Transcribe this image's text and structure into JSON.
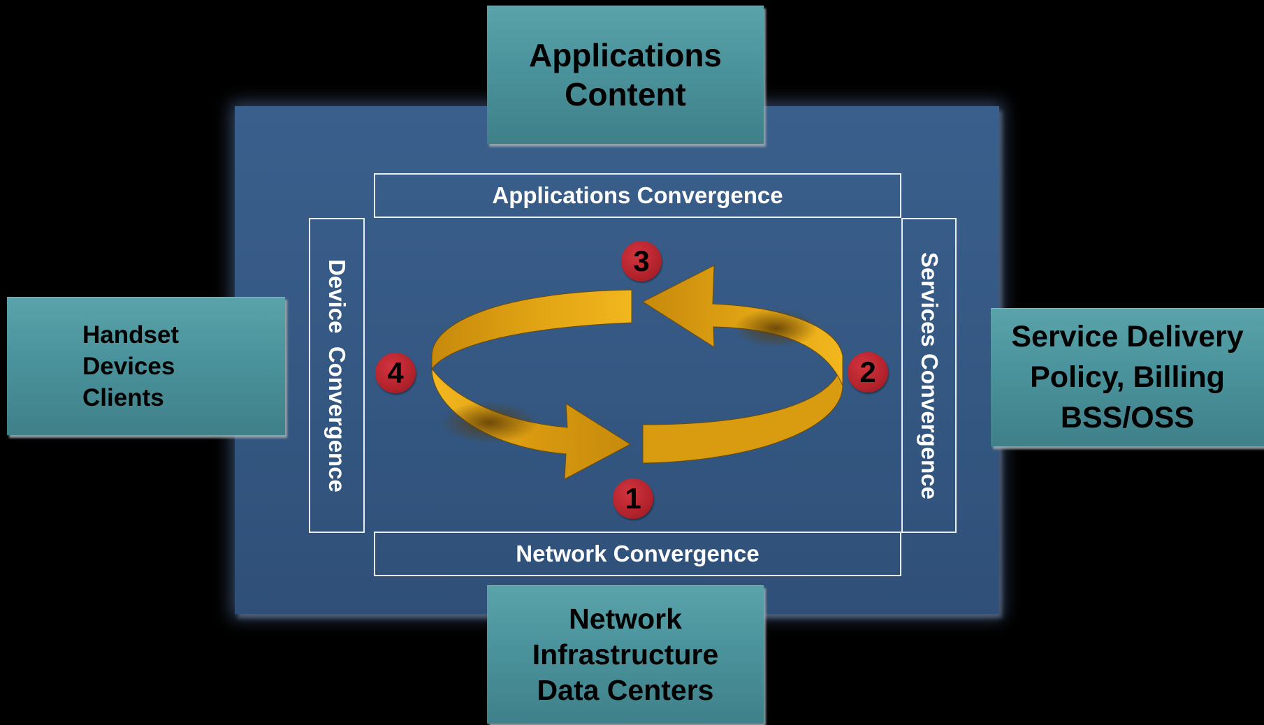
{
  "top_box": {
    "lines": [
      "Applications",
      "Content"
    ]
  },
  "bottom_box": {
    "lines": [
      "Network",
      "Infrastructure",
      "Data Centers"
    ]
  },
  "left_box": {
    "lines": [
      "Handset",
      "Devices",
      "Clients"
    ]
  },
  "right_box": {
    "lines": [
      "Service Delivery",
      "Policy, Billing",
      "BSS/OSS"
    ]
  },
  "frames": {
    "top": "Applications Convergence",
    "bottom": "Network  Convergence",
    "left": "Device  Convergence",
    "right": "Services Convergence"
  },
  "steps": [
    "1",
    "2",
    "3",
    "4"
  ],
  "colors": {
    "background": "#000000",
    "panel": "#355983",
    "teal": "#4f959e",
    "arrow": "#e2a514",
    "badge": "#b5232d"
  }
}
